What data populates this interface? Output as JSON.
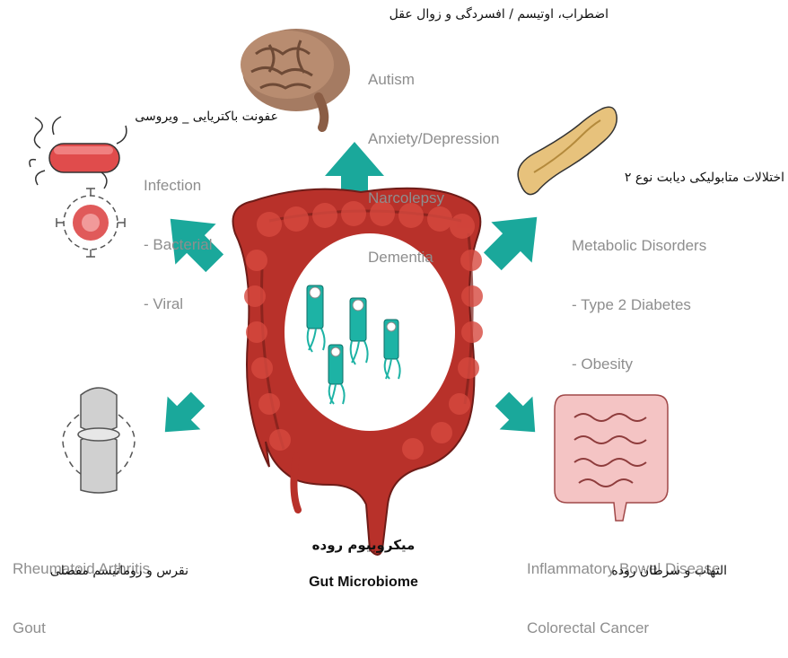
{
  "colors": {
    "arrow": "#1aa89b",
    "intestine": "#b8312a",
    "bacteria": "#1db3a5",
    "label_gray": "#8e8e8e"
  },
  "center": {
    "persian_title": "میکروبیوم روده",
    "english_title": "Gut Microbiome"
  },
  "brain": {
    "persian": "اضطراب، اوتیسم / افسردگی و زوال عقل",
    "lines": [
      "Autism",
      "Anxiety/Depression",
      "Narcolepsy",
      "Dementia"
    ]
  },
  "infection": {
    "persian": "عفونت باکتریایی _ ویروسی",
    "lines": [
      "Infection",
      "- Bacterial",
      "- Viral"
    ]
  },
  "metabolic": {
    "persian": "اختلالات متابولیکی دیابت نوع ۲",
    "lines": [
      "Metabolic Disorders",
      "- Type 2 Diabetes",
      "- Obesity"
    ]
  },
  "joint": {
    "persian": "نقرس و روماتیسم مفصلی",
    "lines": [
      "Rheumatoid Arthritis",
      "Gout"
    ]
  },
  "bowel": {
    "persian": "التهاب و سرطان روده",
    "lines": [
      "Inflammatory Bowel Disease",
      "Colorectal Cancer"
    ]
  }
}
